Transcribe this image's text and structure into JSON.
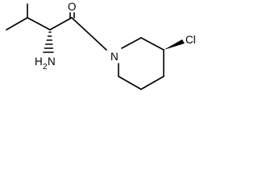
{
  "molecule": {
    "atoms": {
      "oxygen": "O",
      "nitrogen": "N",
      "chlorine": "Cl",
      "amine_h": "H",
      "amine_h_count": "2",
      "amine_n": "N"
    }
  },
  "colors": {
    "bond": "#000000",
    "text": "#000000",
    "background": "#ffffff"
  }
}
